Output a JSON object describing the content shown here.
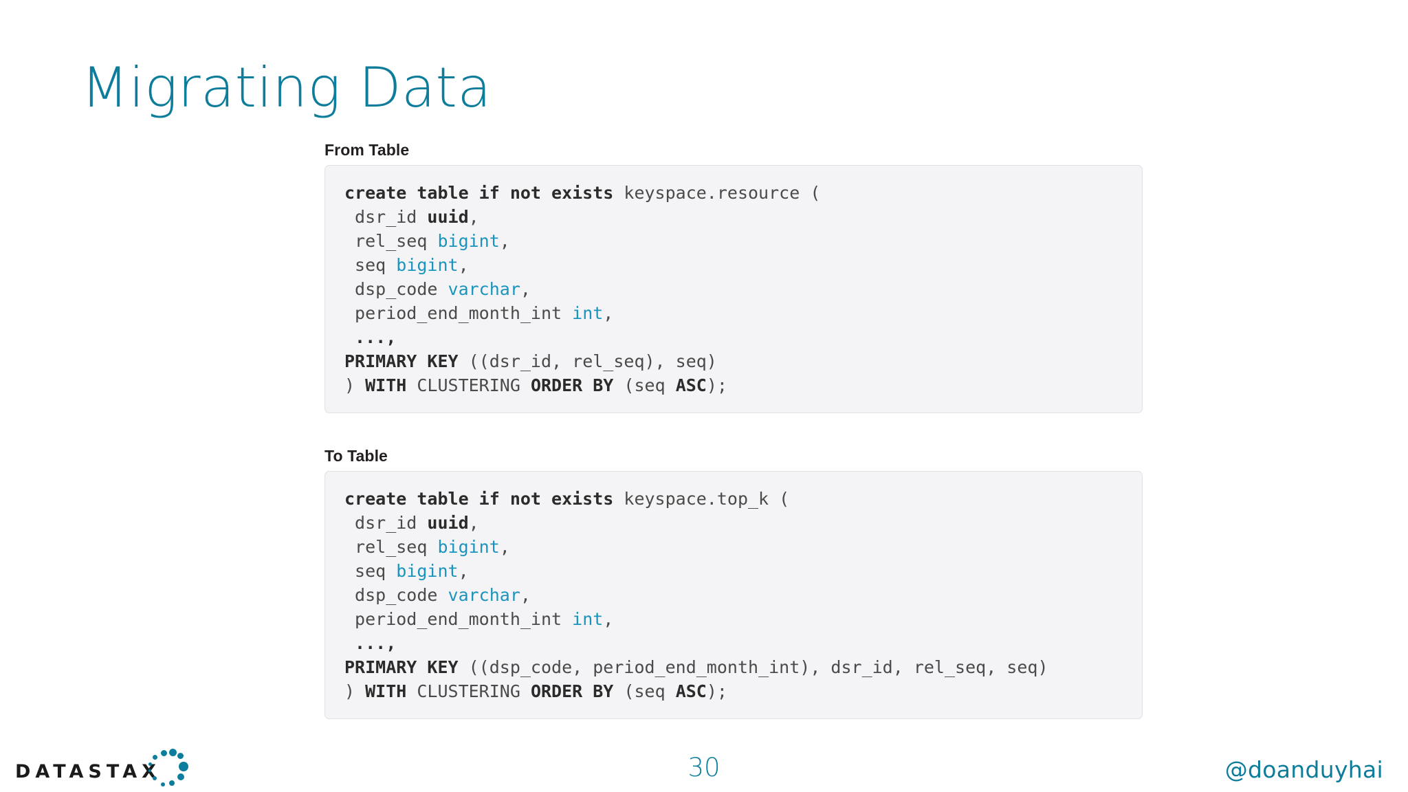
{
  "slide": {
    "title": "Migrating Data",
    "page_number": "30",
    "handle": "@doanduyhai",
    "accent_color": "#0e7c9b",
    "type_color": "#1b94bd",
    "code_bg": "#f4f4f6"
  },
  "logo": {
    "wordmark": "DATASTAX",
    "dots_icon_name": "datastax-dots-logo"
  },
  "sections": [
    {
      "label": "From Table",
      "code_lines": [
        [
          {
            "t": "create table if not exists ",
            "s": "kw"
          },
          {
            "t": "keyspace.resource (",
            "s": "plain"
          }
        ],
        [
          {
            "t": " dsr_id ",
            "s": "plain"
          },
          {
            "t": "uuid",
            "s": "kw"
          },
          {
            "t": ",",
            "s": "plain"
          }
        ],
        [
          {
            "t": " rel_seq ",
            "s": "plain"
          },
          {
            "t": "bigint",
            "s": "type"
          },
          {
            "t": ",",
            "s": "plain"
          }
        ],
        [
          {
            "t": " seq ",
            "s": "plain"
          },
          {
            "t": "bigint",
            "s": "type"
          },
          {
            "t": ",",
            "s": "plain"
          }
        ],
        [
          {
            "t": " dsp_code ",
            "s": "plain"
          },
          {
            "t": "varchar",
            "s": "type"
          },
          {
            "t": ",",
            "s": "plain"
          }
        ],
        [
          {
            "t": " period_end_month_int ",
            "s": "plain"
          },
          {
            "t": "int",
            "s": "type"
          },
          {
            "t": ",",
            "s": "plain"
          }
        ],
        [
          {
            "t": " ...,",
            "s": "kw"
          }
        ],
        [
          {
            "t": "PRIMARY KEY",
            "s": "kw"
          },
          {
            "t": " ((dsr_id, rel_seq), seq)",
            "s": "plain"
          }
        ],
        [
          {
            "t": ") ",
            "s": "plain"
          },
          {
            "t": "WITH",
            "s": "kw"
          },
          {
            "t": " CLUSTERING ",
            "s": "plain"
          },
          {
            "t": "ORDER BY",
            "s": "kw"
          },
          {
            "t": " (seq ",
            "s": "plain"
          },
          {
            "t": "ASC",
            "s": "kw"
          },
          {
            "t": ");",
            "s": "plain"
          }
        ]
      ]
    },
    {
      "label": "To Table",
      "code_lines": [
        [
          {
            "t": "create table if not exists ",
            "s": "kw"
          },
          {
            "t": "keyspace.top_k (",
            "s": "plain"
          }
        ],
        [
          {
            "t": " dsr_id ",
            "s": "plain"
          },
          {
            "t": "uuid",
            "s": "kw"
          },
          {
            "t": ",",
            "s": "plain"
          }
        ],
        [
          {
            "t": " rel_seq ",
            "s": "plain"
          },
          {
            "t": "bigint",
            "s": "type"
          },
          {
            "t": ",",
            "s": "plain"
          }
        ],
        [
          {
            "t": " seq ",
            "s": "plain"
          },
          {
            "t": "bigint",
            "s": "type"
          },
          {
            "t": ",",
            "s": "plain"
          }
        ],
        [
          {
            "t": " dsp_code ",
            "s": "plain"
          },
          {
            "t": "varchar",
            "s": "type"
          },
          {
            "t": ",",
            "s": "plain"
          }
        ],
        [
          {
            "t": " period_end_month_int ",
            "s": "plain"
          },
          {
            "t": "int",
            "s": "type"
          },
          {
            "t": ",",
            "s": "plain"
          }
        ],
        [
          {
            "t": " ...,",
            "s": "kw"
          }
        ],
        [
          {
            "t": "PRIMARY KEY",
            "s": "kw"
          },
          {
            "t": " ((dsp_code, period_end_month_int), dsr_id, rel_seq, seq)",
            "s": "plain"
          }
        ],
        [
          {
            "t": ") ",
            "s": "plain"
          },
          {
            "t": "WITH",
            "s": "kw"
          },
          {
            "t": " CLUSTERING ",
            "s": "plain"
          },
          {
            "t": "ORDER BY",
            "s": "kw"
          },
          {
            "t": " (seq ",
            "s": "plain"
          },
          {
            "t": "ASC",
            "s": "kw"
          },
          {
            "t": ");",
            "s": "plain"
          }
        ]
      ]
    }
  ]
}
